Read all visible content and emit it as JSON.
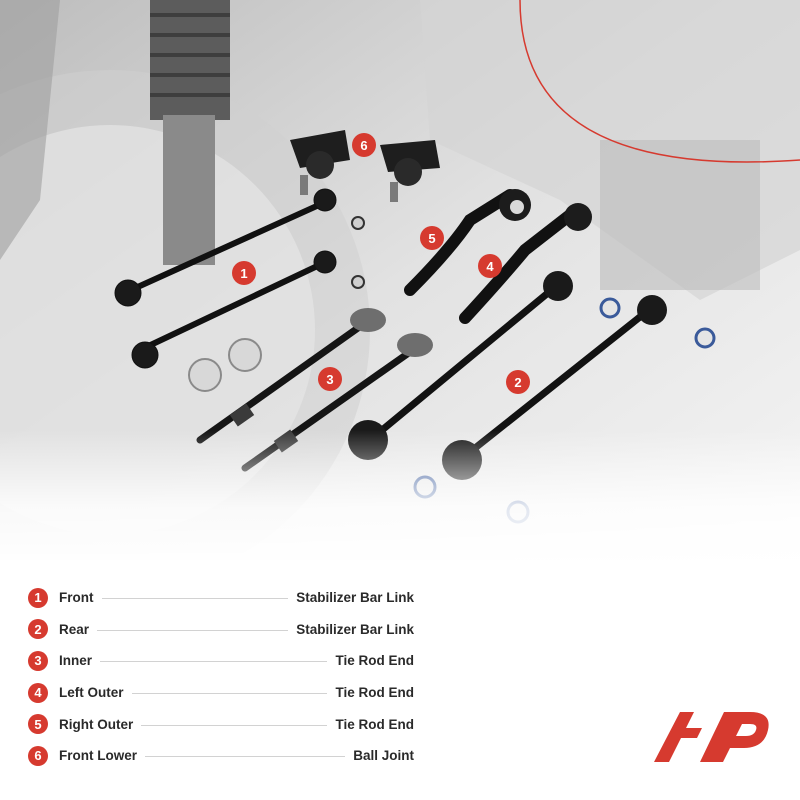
{
  "legend": [
    {
      "num": "1",
      "location": "Front",
      "part": "Stabilizer Bar Link"
    },
    {
      "num": "2",
      "location": "Rear",
      "part": "Stabilizer Bar Link"
    },
    {
      "num": "3",
      "location": "Inner",
      "part": "Tie Rod End"
    },
    {
      "num": "4",
      "location": "Left Outer",
      "part": "Tie Rod End"
    },
    {
      "num": "5",
      "location": "Right Outer",
      "part": "Tie Rod End"
    },
    {
      "num": "6",
      "location": "Front Lower",
      "part": "Ball Joint"
    }
  ],
  "callouts": [
    "1",
    "2",
    "3",
    "4",
    "5",
    "6"
  ],
  "colors": {
    "accent": "#d63a2f",
    "text": "#2a2a2a",
    "divider": "#d2d2d2"
  },
  "logo": {
    "name": "a-premium-logo"
  }
}
